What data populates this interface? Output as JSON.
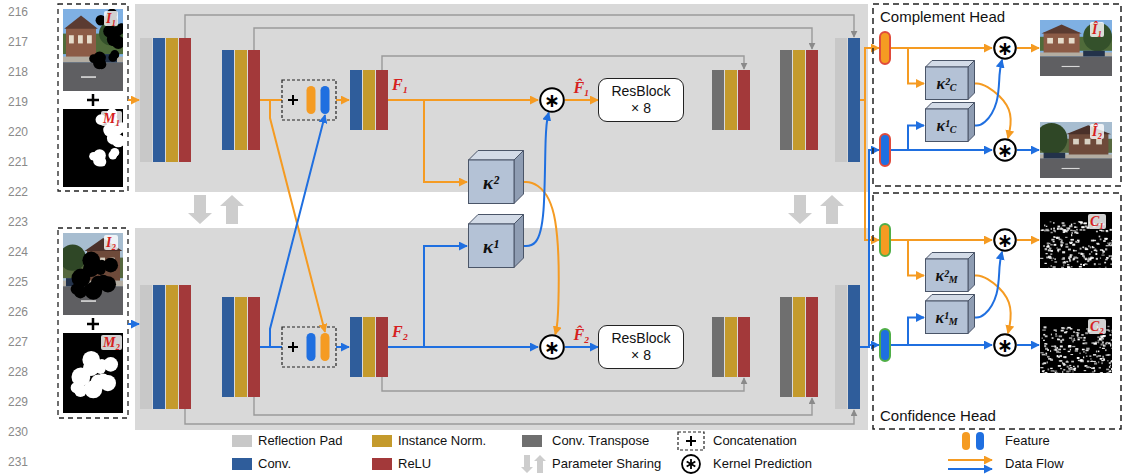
{
  "diagram": {
    "nodes": [
      {
        "text": [
          "∗"
        ]
      },
      {
        "text": [
          "ResBlock × 8"
        ]
      },
      {
        "text": [
          "κ²"
        ]
      },
      {
        "text": [
          "κ¹"
        ]
      },
      {
        "text": [
          "∗"
        ]
      },
      {
        "text": [
          "ResBlock × 8"
        ]
      },
      {
        "text": [
          "Complement Head"
        ]
      },
      {
        "text": [
          "∗"
        ],
        "in": 6
      },
      {
        "text": [
          "κ²",
          "C"
        ],
        "in": 6
      },
      {
        "text": [
          "κ¹",
          "C"
        ],
        "in": 6
      },
      {
        "text": [
          "∗"
        ],
        "in": 6
      },
      {
        "text": [
          "Confidence Head"
        ]
      },
      {
        "text": [
          "∗"
        ],
        "in": 11
      },
      {
        "text": [
          "κ²",
          "M"
        ],
        "in": 11
      },
      {
        "text": [
          "κ¹",
          "M"
        ],
        "in": 11
      },
      {
        "text": [
          "∗"
        ],
        "in": 11
      }
    ],
    "edges": [
      {
        "from": 0,
        "to": 1,
        "arrow": "to",
        "label": "F̂₁"
      },
      {
        "from": 4,
        "to": 5,
        "arrow": "to",
        "label": "F̂₂"
      },
      {
        "from": 2,
        "to": 4,
        "arrow": "to"
      },
      {
        "from": 3,
        "to": 0,
        "arrow": "to"
      },
      {
        "from": 8,
        "to": 10,
        "arrow": "to"
      },
      {
        "from": 9,
        "to": 7,
        "arrow": "to"
      },
      {
        "from": 13,
        "to": 15,
        "arrow": "to"
      },
      {
        "from": 14,
        "to": 12,
        "arrow": "to"
      }
    ],
    "labels": [
      "216",
      "217",
      "218",
      "219",
      "220",
      "221",
      "222",
      "223",
      "224",
      "225",
      "226",
      "227",
      "228",
      "229",
      "230",
      "231",
      "I₁",
      "M₁",
      "I₂",
      "M₂",
      "F₁",
      "F₂",
      "Î₁",
      "Î₂",
      "C₁",
      "C₂"
    ],
    "legend": [
      {
        "text": "Reflection Pad",
        "color": "#c8c8c8"
      },
      {
        "text": "Instance Norm.",
        "color": "#c49a2c"
      },
      {
        "text": "Conv. Transpose",
        "color": "#6f6f6f"
      },
      {
        "text": "Concatenation"
      },
      {
        "text": "Feature"
      },
      {
        "text": "Conv.",
        "color": "#2f5d9b"
      },
      {
        "text": "ReLU",
        "color": "#a3393a"
      },
      {
        "text": "Parameter Sharing"
      },
      {
        "text": "Kernel Prediction"
      },
      {
        "text": "Data Flow"
      }
    ]
  }
}
